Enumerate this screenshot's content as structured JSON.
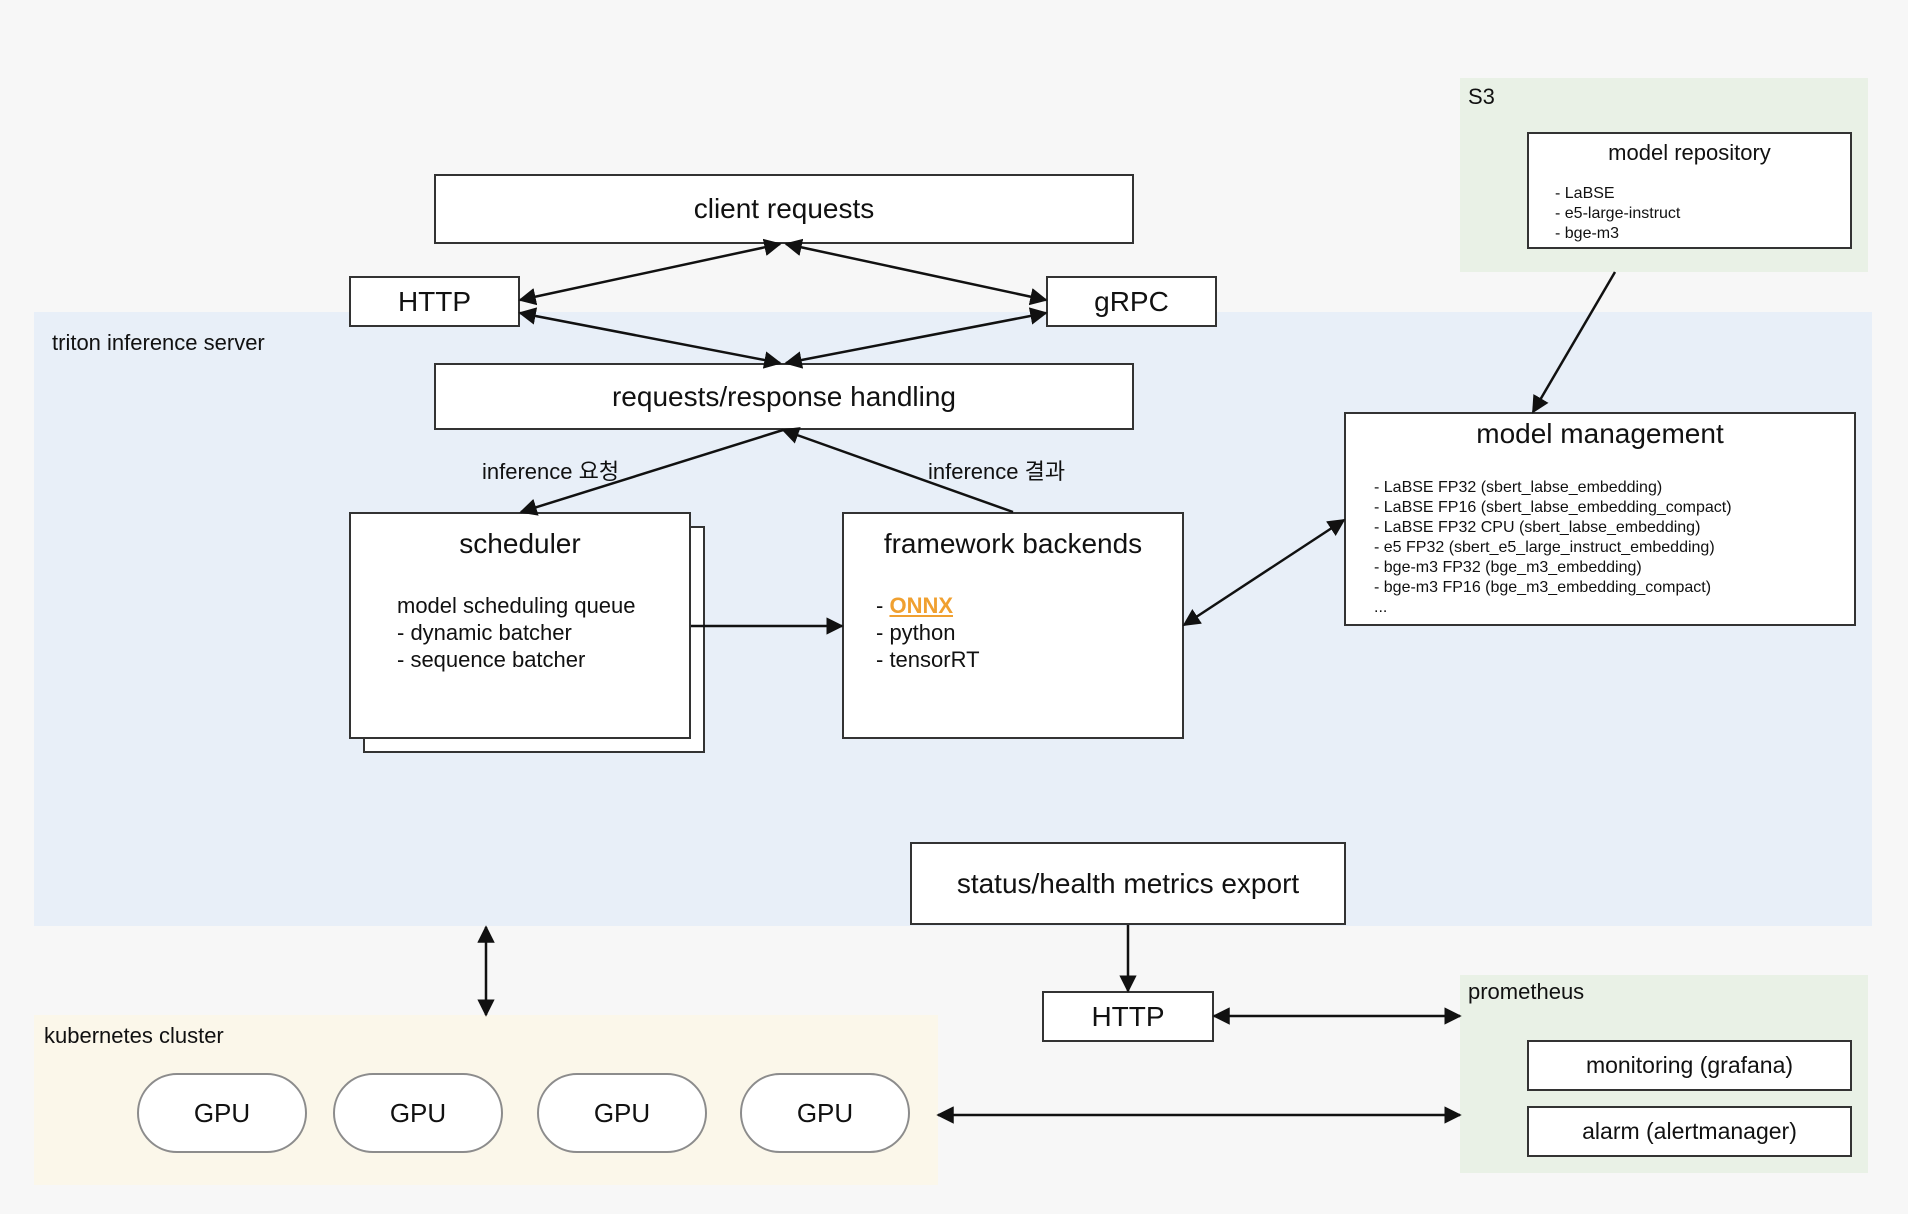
{
  "regions": {
    "triton": {
      "label": "triton inference server",
      "color": "#e8eff8"
    },
    "s3": {
      "label": "S3",
      "color": "#e9f1e6"
    },
    "kubernetes": {
      "label": "kubernetes cluster",
      "color": "#fbf7ea"
    },
    "prometheus": {
      "label": "prometheus",
      "color": "#e9f1e6"
    }
  },
  "nodes": {
    "client_requests": {
      "title": "client requests"
    },
    "http_top": {
      "title": "HTTP"
    },
    "grpc": {
      "title": "gRPC"
    },
    "request_handling": {
      "title": "requests/response handling"
    },
    "scheduler": {
      "title": "scheduler",
      "lines": [
        "model scheduling queue",
        "- dynamic batcher",
        "- sequence batcher"
      ]
    },
    "backends": {
      "title": "framework backends",
      "onnx_prefix": "- ",
      "onnx_label": "ONNX",
      "lines": [
        "- python",
        "- tensorRT"
      ]
    },
    "model_management": {
      "title": "model management",
      "lines": [
        "- LaBSE FP32 (sbert_labse_embedding)",
        "- LaBSE FP16 (sbert_labse_embedding_compact)",
        "- LaBSE FP32 CPU (sbert_labse_embedding)",
        "- e5 FP32 (sbert_e5_large_instruct_embedding)",
        "- bge-m3 FP32 (bge_m3_embedding)",
        "- bge-m3 FP16 (bge_m3_embedding_compact)",
        "..."
      ]
    },
    "model_repository": {
      "title": "model repository",
      "lines": [
        "- LaBSE",
        "- e5-large-instruct",
        "- bge-m3"
      ]
    },
    "metrics_export": {
      "title": "status/health metrics export"
    },
    "http_metrics": {
      "title": "HTTP"
    },
    "monitoring": {
      "title": "monitoring (grafana)"
    },
    "alarm": {
      "title": "alarm (alertmanager)"
    },
    "gpus": [
      "GPU",
      "GPU",
      "GPU",
      "GPU"
    ]
  },
  "edge_labels": {
    "inference_request": "inference 요청",
    "inference_result": "inference 결과"
  },
  "colors": {
    "onnx_link": "#f0a030",
    "edge": "#111111"
  }
}
